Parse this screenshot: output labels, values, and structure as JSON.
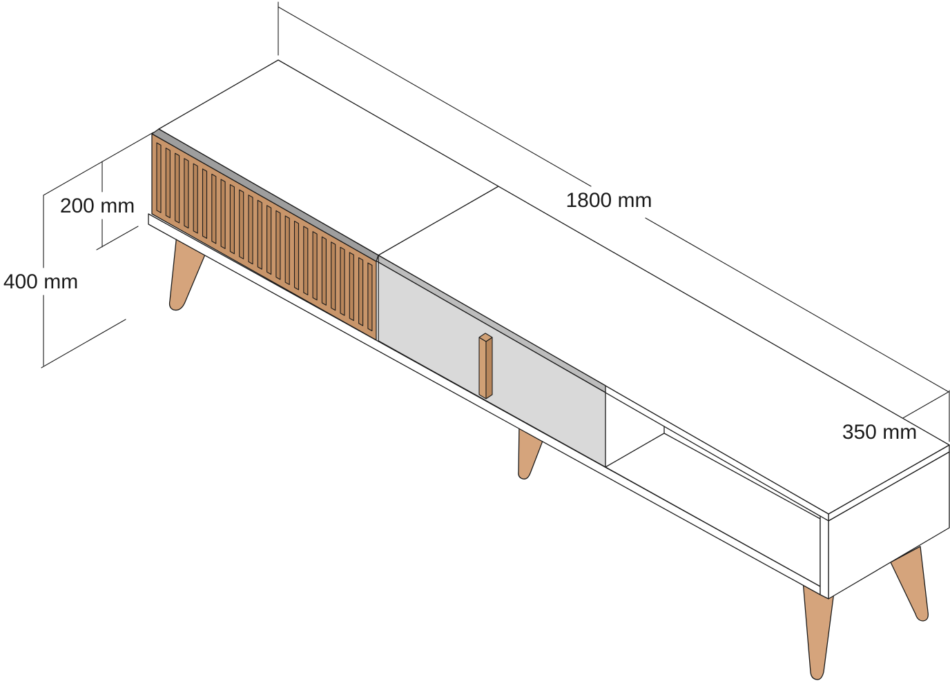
{
  "dimensions": {
    "length": "1800 mm",
    "drawer_height": "200 mm",
    "total_height": "400 mm",
    "depth": "350 mm"
  },
  "colors": {
    "line": "#1a1a1a",
    "background": "#ffffff",
    "body": "#ffffff",
    "wood_legs": "#d5a47c",
    "fluted_front": "#c8956a",
    "fluted_groove": "#b9865b",
    "fluted_bevel": "#9e9e9e",
    "grey_front": "#d9d9d9",
    "grey_bevel": "#bdbdbd",
    "handle": "#d0a075",
    "handle_side": "#b8875c"
  }
}
